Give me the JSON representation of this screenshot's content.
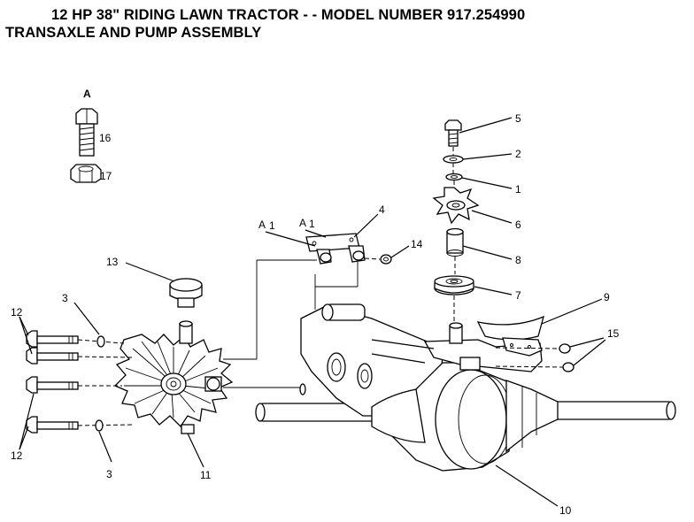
{
  "title_line1": "12 HP 38\" RIDING LAWN TRACTOR - - MODEL NUMBER 917.254990",
  "title_line2": "TRANSAXLE AND PUMP ASSEMBLY",
  "inset_label": "A",
  "callouts": {
    "c1": "1",
    "c2": "2",
    "c3a": "3",
    "c3b": "3",
    "c4": "4",
    "c5": "5",
    "c6": "6",
    "c7": "7",
    "c8": "8",
    "c9": "9",
    "c10": "10",
    "c11": "11",
    "c12a": "12",
    "c12b": "12",
    "c13": "13",
    "c14": "14",
    "c15": "15",
    "c16": "16",
    "c17": "17"
  },
  "ref_a1": "A",
  "ref_a2": "A"
}
